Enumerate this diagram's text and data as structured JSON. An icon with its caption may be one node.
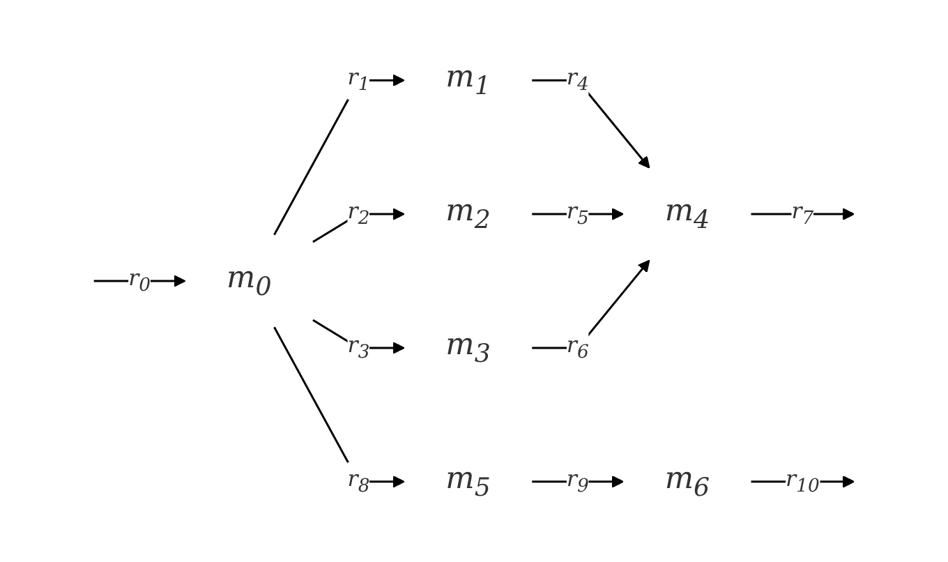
{
  "diagram": {
    "nodes": [
      {
        "text": [
          "m$_{0}$"
        ]
      },
      {
        "text": [
          "m$_{1}$"
        ]
      },
      {
        "text": [
          "m$_{2}$"
        ]
      },
      {
        "text": [
          "m$_{3}$"
        ]
      },
      {
        "text": [
          "m$_{4}$"
        ]
      },
      {
        "text": [
          "m$_{5}$"
        ]
      },
      {
        "text": [
          "m$_{6}$"
        ]
      }
    ],
    "edges": [
      {
        "from": null,
        "to": 0,
        "arrow": "to",
        "label": "r$_{0}$"
      },
      {
        "from": 0,
        "to": 1,
        "arrow": "to",
        "label": "r$_{1}$"
      },
      {
        "from": 0,
        "to": 2,
        "arrow": "to",
        "label": "r$_{2}$"
      },
      {
        "from": 0,
        "to": 3,
        "arrow": "to",
        "label": "r$_{3}$"
      },
      {
        "from": 1,
        "to": 4,
        "arrow": "to",
        "label": "r$_{4}$"
      },
      {
        "from": 2,
        "to": 4,
        "arrow": "to",
        "label": "r$_{5}$"
      },
      {
        "from": 3,
        "to": 4,
        "arrow": "to",
        "label": "r$_{6}$"
      },
      {
        "from": 4,
        "to": null,
        "arrow": "to",
        "label": "r$_{7}$"
      },
      {
        "from": 0,
        "to": 5,
        "arrow": "to",
        "label": "r$_{8}$"
      },
      {
        "from": 5,
        "to": 6,
        "arrow": "to",
        "label": "r$_{9}$"
      },
      {
        "from": 6,
        "to": null,
        "arrow": "to",
        "label": "r$_{10}$"
      }
    ]
  }
}
